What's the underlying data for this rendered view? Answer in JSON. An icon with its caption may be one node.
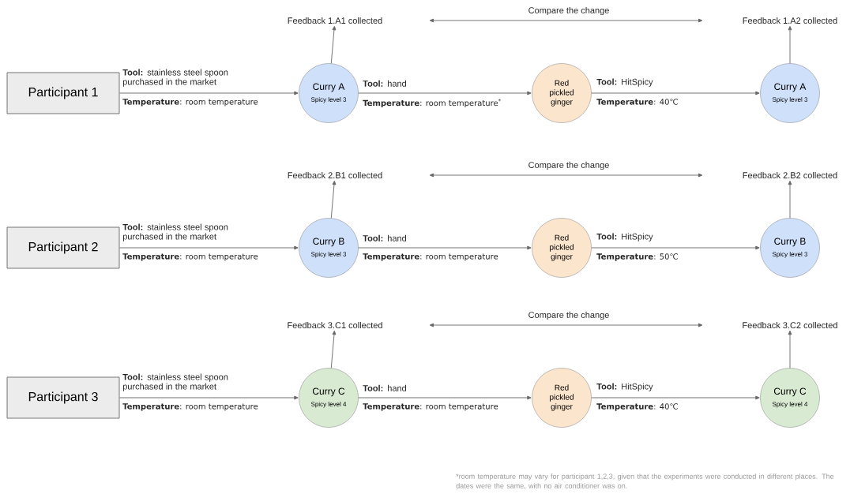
{
  "diagram": {
    "nodes": [
      {
        "text": [
          "Feedback 1.A1 collected"
        ]
      },
      {
        "text": [
          "Feedback 1.A2 collected"
        ]
      },
      {
        "text": [
          "Participant 1"
        ]
      },
      {
        "text": [
          "Curry A",
          "Spicy level 3"
        ]
      },
      {
        "text": [
          "Red pickled ginger"
        ]
      },
      {
        "text": [
          "Curry A",
          "Spicy level 3"
        ]
      },
      {
        "text": [
          "Feedback 2.B1 collected"
        ]
      },
      {
        "text": [
          "Feedback 2.B2 collected"
        ]
      },
      {
        "text": [
          "Participant 2"
        ]
      },
      {
        "text": [
          "Curry B",
          "Spicy level 3"
        ]
      },
      {
        "text": [
          "Red pickled ginger"
        ]
      },
      {
        "text": [
          "Curry B",
          "Spicy level 3"
        ]
      },
      {
        "text": [
          "Feedback 3.C1 collected"
        ]
      },
      {
        "text": [
          "Feedback 3.C2 collected"
        ]
      },
      {
        "text": [
          "Participant 3"
        ]
      },
      {
        "text": [
          "Curry C",
          "Spicy level 4"
        ]
      },
      {
        "text": [
          "Red pickled ginger"
        ]
      },
      {
        "text": [
          "Curry C",
          "Spicy level 4"
        ]
      }
    ],
    "edges": [
      {
        "from": 2,
        "to": 3,
        "arrow": "to"
      },
      {
        "from": 3,
        "to": 4,
        "arrow": "to"
      },
      {
        "from": 4,
        "to": 5,
        "arrow": "to"
      },
      {
        "from": 3,
        "to": 0,
        "arrow": "to"
      },
      {
        "from": 5,
        "to": 1,
        "arrow": "to"
      },
      {
        "from": 8,
        "to": 9,
        "arrow": "to"
      },
      {
        "from": 9,
        "to": 10,
        "arrow": "to"
      },
      {
        "from": 10,
        "to": 11,
        "arrow": "to"
      },
      {
        "from": 9,
        "to": 6,
        "arrow": "to"
      },
      {
        "from": 11,
        "to": 7,
        "arrow": "to"
      },
      {
        "from": 14,
        "to": 15,
        "arrow": "to"
      },
      {
        "from": 15,
        "to": 16,
        "arrow": "to"
      },
      {
        "from": 16,
        "to": 17,
        "arrow": "to"
      },
      {
        "from": 15,
        "to": 12,
        "arrow": "to"
      },
      {
        "from": 17,
        "to": 13,
        "arrow": "to"
      }
    ],
    "labels": [
      "Compare the change",
      "**Tool:** stainless steel spoon purchased in the market",
      "**Temperature**: room temperature",
      "**Tool:** hand",
      "**Temperature**: room temperature$^{*}$",
      "**Tool:** HitSpicy",
      "**Temperature**: 40℃",
      "Compare the change",
      "**Tool:** stainless steel spoon purchased in the market",
      "**Temperature**: room temperature",
      "**Tool:** hand",
      "**Temperature**: room temperature",
      "**Tool:** HitSpicy",
      "**Temperature**: 50℃",
      "Compare the change",
      "**Tool:** stainless steel spoon purchased in the market",
      "**Temperature**: room temperature",
      "**Tool:** hand",
      "**Temperature**: room temperature",
      "**Tool:** HitSpicy",
      "**Temperature**: 40℃",
      "*room temperature may vary for participant 1,2,3, given that the experiments were conducted in different places. The dates were the same, with no air conditioner was on."
    ]
  }
}
